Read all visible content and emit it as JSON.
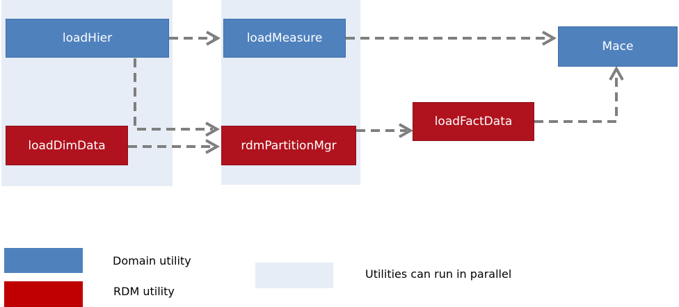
{
  "colors": {
    "domain": "#4f81bd",
    "rdm": "#b0131e",
    "parallel_group": "#e6edf6",
    "arrow": "#7f7f7f"
  },
  "nodes": {
    "loadHier": {
      "label": "loadHier",
      "kind": "domain"
    },
    "loadMeasure": {
      "label": "loadMeasure",
      "kind": "domain"
    },
    "mace": {
      "label": "Mace",
      "kind": "domain"
    },
    "loadDimData": {
      "label": "loadDimData",
      "kind": "rdm"
    },
    "rdmPartitionMgr": {
      "label": "rdmPartitionMgr",
      "kind": "rdm"
    },
    "loadFactData": {
      "label": "loadFactData",
      "kind": "rdm"
    }
  },
  "edges": [
    {
      "from": "loadHier",
      "to": "loadMeasure",
      "style": "dashed"
    },
    {
      "from": "loadMeasure",
      "to": "Mace",
      "style": "dashed"
    },
    {
      "from": "loadHier",
      "to": "rdmPartitionMgr",
      "style": "dashed"
    },
    {
      "from": "loadDimData",
      "to": "rdmPartitionMgr",
      "style": "dashed"
    },
    {
      "from": "rdmPartitionMgr",
      "to": "loadFactData",
      "style": "dashed"
    },
    {
      "from": "loadFactData",
      "to": "Mace",
      "style": "dashed"
    }
  ],
  "legend": {
    "domain_label": "Domain utility",
    "rdm_label": "RDM utility",
    "parallel_label": "Utilities can run in parallel"
  }
}
